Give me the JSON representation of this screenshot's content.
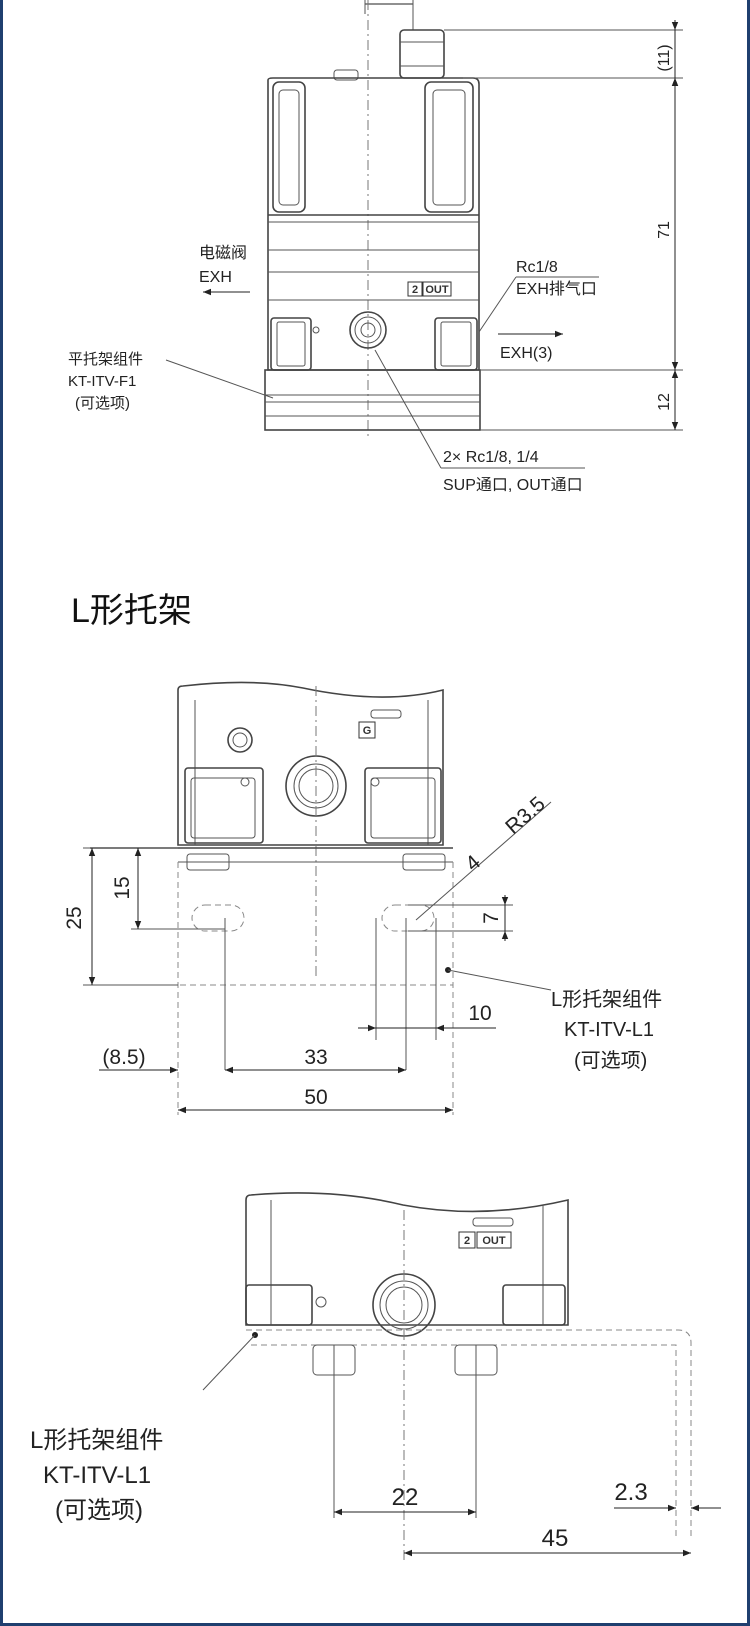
{
  "top_view": {
    "solenoid_label": "电磁阀",
    "solenoid_exh": "EXH",
    "rc18": "Rc1/8",
    "exh_port": "EXH排气口",
    "exh3": "EXH(3)",
    "flat_bracket_label": "平托架组件",
    "flat_bracket_model": "KT-ITV-F1",
    "flat_bracket_optional": "(可选项)",
    "ports_size": "2× Rc1/8, 1/4",
    "ports_name": "SUP通口, OUT通口",
    "dim_11": "(11)",
    "dim_71": "71",
    "dim_12": "12",
    "badge_num": "2",
    "badge_out": "OUT"
  },
  "section": {
    "title": "L形托架"
  },
  "front_view": {
    "badge_g": "G",
    "r35": "R3.5",
    "four": "4",
    "dim_15": "15",
    "dim_25": "25",
    "dim_7": "7",
    "dim_10": "10",
    "dim_85": "(8.5)",
    "dim_33": "33",
    "dim_50": "50",
    "l_bracket_label": "L形托架组件",
    "l_bracket_model": "KT-ITV-L1",
    "l_bracket_optional": "(可选项)"
  },
  "side_view": {
    "badge_num": "2",
    "badge_out": "OUT",
    "l_bracket_label": "L形托架组件",
    "l_bracket_model": "KT-ITV-L1",
    "l_bracket_optional": "(可选项)",
    "dim_22": "22",
    "dim_23": "2.3",
    "dim_45": "45"
  }
}
